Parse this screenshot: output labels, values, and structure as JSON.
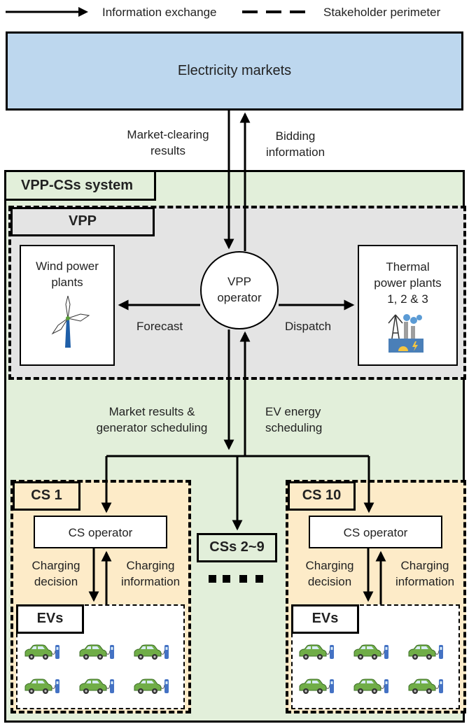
{
  "legend": {
    "info_exchange": "Information exchange",
    "perimeter": "Stakeholder perimeter"
  },
  "markets": {
    "label": "Electricity  markets"
  },
  "market_flows": {
    "down_label": "Market-clearing\nresults",
    "up_label": "Bidding\ninformation"
  },
  "system": {
    "title": "VPP-CSs system"
  },
  "vpp": {
    "title": "VPP",
    "operator": "VPP\noperator",
    "wind": "Wind power\nplants",
    "thermal": "Thermal\npower plants\n1, 2 & 3",
    "forecast": "Forecast",
    "dispatch": "Dispatch"
  },
  "vpp_cs_flows": {
    "down_label": "Market results &\ngenerator scheduling",
    "up_label": "EV energy\nscheduling"
  },
  "cs_left": {
    "title": "CS 1",
    "operator": "CS operator",
    "decision": "Charging\ndecision",
    "information": "Charging\ninformation",
    "evs": "EVs"
  },
  "cs_middle": {
    "title": "CSs 2~9"
  },
  "cs_right": {
    "title": "CS 10",
    "operator": "CS operator",
    "decision": "Charging\ndecision",
    "information": "Charging\ninformation",
    "evs": "EVs"
  },
  "colors": {
    "markets_fill": "#bdd7ee",
    "system_fill": "#e2efda",
    "vpp_fill": "#e4e4e4",
    "cs_fill": "#fdebc8",
    "ev_car": "#70ad47",
    "charger": "#4472c4"
  }
}
